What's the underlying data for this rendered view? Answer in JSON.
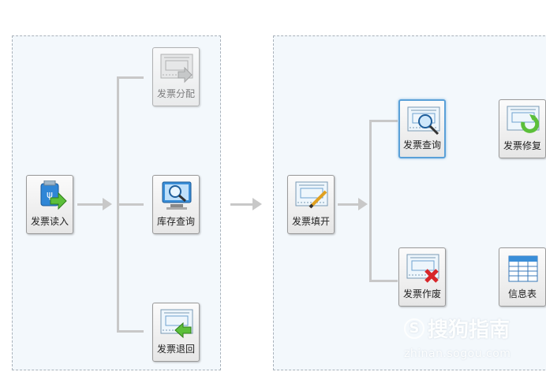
{
  "flow": {
    "read": {
      "label": "发票读入",
      "icon": "usb-import-icon"
    },
    "assign": {
      "label": "发票分配",
      "icon": "invoice-assign-icon"
    },
    "stock": {
      "label": "库存查询",
      "icon": "monitor-search-icon"
    },
    "return": {
      "label": "发票退回",
      "icon": "invoice-return-icon"
    },
    "fill": {
      "label": "发票填开",
      "icon": "invoice-fill-icon"
    },
    "query": {
      "label": "发票查询",
      "icon": "invoice-search-icon"
    },
    "repair": {
      "label": "发票修复",
      "icon": "invoice-repair-icon"
    },
    "void": {
      "label": "发票作废",
      "icon": "invoice-void-icon"
    },
    "info": {
      "label": "信息表",
      "icon": "table-icon"
    }
  },
  "watermark": {
    "brand": "搜狗指南",
    "s": "S",
    "url": "zhinan.sogou.com"
  }
}
